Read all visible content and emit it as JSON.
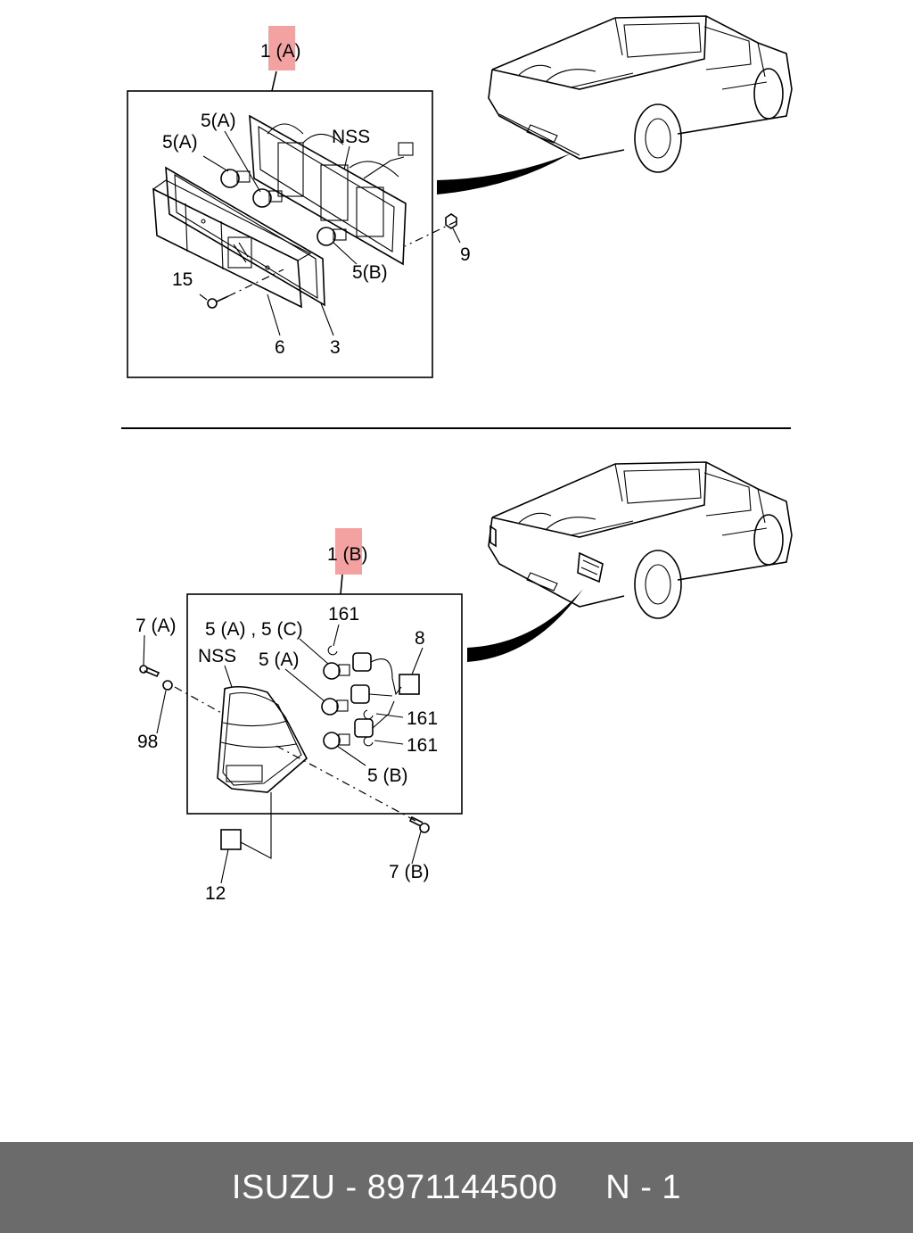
{
  "assembly_a": {
    "header_label": "1 (A)",
    "callouts": [
      "5(A)",
      "5(A)",
      "NSS",
      "9",
      "5(B)",
      "15",
      "6",
      "3"
    ]
  },
  "assembly_b": {
    "header_label": "1 (B)",
    "callouts": [
      "7 (A)",
      "5 (A) , 5 (C)",
      "161",
      "8",
      "NSS",
      "5 (A)",
      "98",
      "161",
      "161",
      "5 (B)",
      "7 (B)",
      "12"
    ]
  },
  "footer": {
    "brand": "ISUZU",
    "separator": " - ",
    "part_number": "8971144500",
    "page": "N - 1"
  }
}
